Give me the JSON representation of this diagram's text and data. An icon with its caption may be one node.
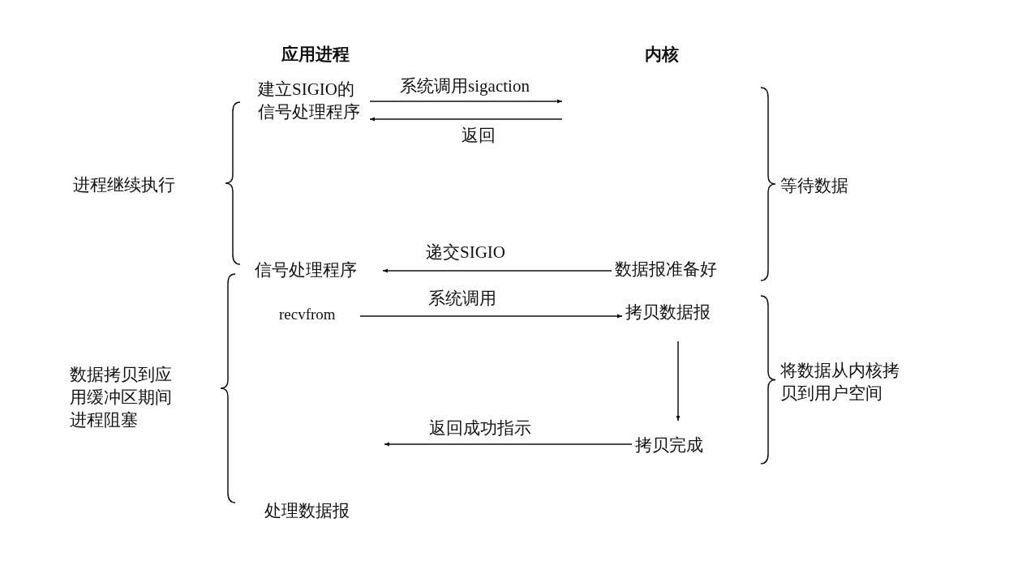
{
  "diagram": {
    "nodes": [
      {
        "text": [
          "建立SIGIO的信号处理程序"
        ]
      },
      {
        "text": [
          "信号处理程序"
        ]
      },
      {
        "text": [
          "数据报准备好"
        ]
      },
      {
        "text": [
          "recvfrom"
        ]
      },
      {
        "text": [
          "拷贝数据报"
        ]
      },
      {
        "text": [
          "拷贝完成"
        ]
      },
      {
        "text": [
          "处理数据报"
        ]
      }
    ],
    "edges": [
      {
        "from": 0,
        "to": null,
        "arrow": "to",
        "label": "系统调用sigaction"
      },
      {
        "from": null,
        "to": 0,
        "arrow": "to",
        "label": "返回"
      },
      {
        "from": 2,
        "to": 1,
        "arrow": "to",
        "label": "递交SIGIO"
      },
      {
        "from": 3,
        "to": 4,
        "arrow": "to",
        "label": "系统调用"
      },
      {
        "from": 4,
        "to": 5,
        "arrow": "to"
      },
      {
        "from": 5,
        "to": null,
        "arrow": "to",
        "label": "返回成功指示"
      }
    ],
    "labels": [
      "应用进程",
      "内核",
      "进程继续执行",
      "等待数据",
      "数据拷贝到应用缓冲区期间进程阻塞",
      "将数据从内核拷贝到用户空间"
    ]
  }
}
